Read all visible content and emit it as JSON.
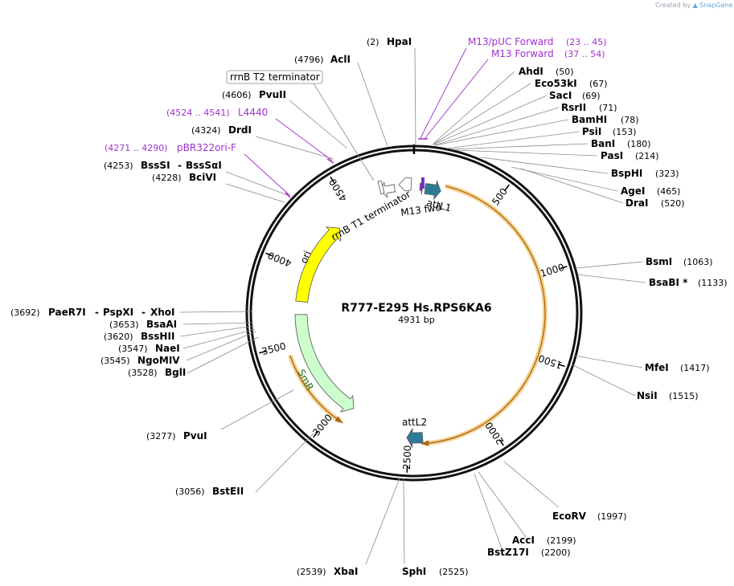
{
  "credit": {
    "prefix": "Created by",
    "brand": "SnapGene"
  },
  "plasmid": {
    "name": "R777-E295 Hs.RPS6KA6",
    "length_label": "4931 bp",
    "length": 4931
  },
  "ticks": [
    {
      "pos": 500,
      "label": "500"
    },
    {
      "pos": 1000,
      "label": "1000"
    },
    {
      "pos": 1500,
      "label": "1500"
    },
    {
      "pos": 2000,
      "label": "2000"
    },
    {
      "pos": 2500,
      "label": "2500"
    },
    {
      "pos": 3000,
      "label": "3000"
    },
    {
      "pos": 3500,
      "label": "3500"
    },
    {
      "pos": 4000,
      "label": "4000"
    },
    {
      "pos": 4500,
      "label": "4500"
    }
  ],
  "features": [
    {
      "name": "ori",
      "label": "ori",
      "start": 3778,
      "end": 4367,
      "strand": "+",
      "color": "#ffff00"
    },
    {
      "name": "SmR",
      "label": "SmR",
      "start": 2907,
      "end": 3688,
      "strand": "-",
      "color": "#ccffcc"
    },
    {
      "name": "attL1",
      "label": "attL1",
      "start": 70,
      "end": 169,
      "strand": "+",
      "color": "#2e7b96"
    },
    {
      "name": "attL2",
      "label": "attL2",
      "start": 2412,
      "end": 2511,
      "strand": "+",
      "color": "#2e7b96"
    },
    {
      "name": "M13 fwd",
      "label": "M13 fwd",
      "start": 37,
      "end": 54,
      "strand": "+",
      "color": "#7a2fd0"
    },
    {
      "name": "rrnB T1 terminator",
      "label": "rrnB T1 terminator",
      "start": 4724,
      "end": 4810,
      "strand": "-",
      "color": "#ffffff"
    }
  ],
  "orfs": [
    {
      "start": 190,
      "end": 2400,
      "strand": "+"
    },
    {
      "start": 3440,
      "end": 2940,
      "strand": "-"
    }
  ],
  "enzymes": [
    {
      "name": "HpaI",
      "pos": "(2)"
    },
    {
      "name": "AhdI",
      "pos": "(50)"
    },
    {
      "name": "Eco53kI",
      "pos": "(67)"
    },
    {
      "name": "SacI",
      "pos": "(69)"
    },
    {
      "name": "RsrII",
      "pos": "(71)"
    },
    {
      "name": "BamHI",
      "pos": "(78)"
    },
    {
      "name": "PsiI",
      "pos": "(153)"
    },
    {
      "name": "BanI",
      "pos": "(180)"
    },
    {
      "name": "PasI",
      "pos": "(214)"
    },
    {
      "name": "BspHI",
      "pos": "(323)"
    },
    {
      "name": "AgeI",
      "pos": "(465)"
    },
    {
      "name": "DraI",
      "pos": "(520)"
    },
    {
      "name": "BsmI",
      "pos": "(1063)"
    },
    {
      "name": "BsaBI *",
      "pos": "(1133)"
    },
    {
      "name": "MfeI",
      "pos": "(1417)"
    },
    {
      "name": "NsiI",
      "pos": "(1515)"
    },
    {
      "name": "EcoRV",
      "pos": "(1997)"
    },
    {
      "name": "AccI",
      "pos": "(2199)"
    },
    {
      "name": "BstZ17I",
      "pos": "(2200)"
    },
    {
      "name": "SphI",
      "pos": "(2525)"
    },
    {
      "name": "XbaI",
      "pos": "(2539)"
    },
    {
      "name": "BstEII",
      "pos": "(3056)"
    },
    {
      "name": "PvuI",
      "pos": "(3277)"
    },
    {
      "name": "BglI",
      "pos": "(3528)"
    },
    {
      "name": "NgoMIV",
      "pos": "(3545)"
    },
    {
      "name": "NaeI",
      "pos": "(3547)"
    },
    {
      "name": "BssHII",
      "pos": "(3620)"
    },
    {
      "name": "BsaAI",
      "pos": "(3653)"
    },
    {
      "name": "PaeR7I",
      "pos": "(3692)"
    },
    {
      "name": "PspXI",
      "pos": ""
    },
    {
      "name": "XhoI",
      "pos": ""
    },
    {
      "name": "BciVI",
      "pos": "(4228)"
    },
    {
      "name": "BssSI",
      "pos": "(4253)"
    },
    {
      "name": "BssSαI",
      "pos": ""
    },
    {
      "name": "DrdI",
      "pos": "(4324)"
    },
    {
      "name": "PvuII",
      "pos": "(4606)"
    },
    {
      "name": "AclI",
      "pos": "(4796)"
    }
  ],
  "primers": [
    {
      "name": "M13/pUC Forward",
      "range": "(23 .. 45)"
    },
    {
      "name": "M13 Forward",
      "range": "(37 .. 54)"
    },
    {
      "name": "L4440",
      "range": "(4524 .. 4541)"
    },
    {
      "name": "pBR322ori-F",
      "range": "(4271 .. 4290)"
    }
  ],
  "boxed_label": "rrnB T2 terminator"
}
